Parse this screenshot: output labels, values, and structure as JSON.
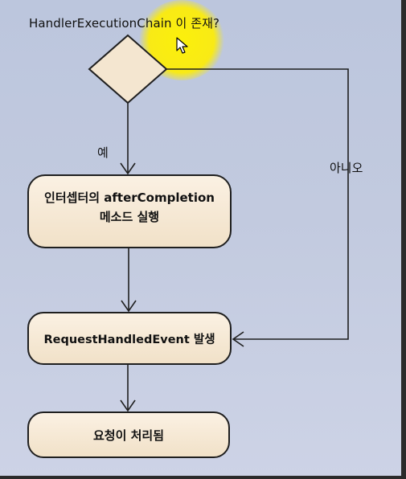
{
  "condition": "HandlerExecutionChain 이 존재?",
  "nodes": {
    "after_completion_line1": "인터셉터의 afterCompletion",
    "after_completion_line2": "메소드 실행",
    "request_handled_event": "RequestHandledEvent 발생",
    "request_done": "요청이 처리됨"
  },
  "edges": {
    "yes_label": "예",
    "no_label": "아니오"
  },
  "colors": {
    "background": "#c2cadf",
    "node_fill": "#f4e6d0",
    "node_border": "#1f1f1f",
    "line": "#1f1f1f",
    "cursor_highlight": "#ffee00"
  },
  "icons": {
    "cursor": "mouse-pointer-icon"
  }
}
